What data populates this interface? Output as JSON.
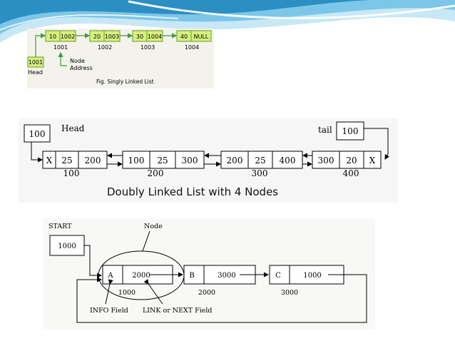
{
  "slide": {
    "colors": {
      "wave_dark": "#2b8fc4",
      "wave_mid": "#5db5de",
      "wave_light": "#b9e0f2",
      "green_fill": "#d6f07d",
      "green_stroke": "#6a9a2a",
      "green_arrow": "#3f9a3f"
    }
  },
  "singly": {
    "nodes": [
      {
        "data": "10",
        "next": "1002",
        "address": "1001"
      },
      {
        "data": "20",
        "next": "1003",
        "address": "1002"
      },
      {
        "data": "30",
        "next": "1004",
        "address": "1003"
      },
      {
        "data": "40",
        "next": "NULL",
        "address": "1004"
      }
    ],
    "head_value": "1001",
    "head_label": "Head",
    "node_address_label_1": "Node",
    "node_address_label_2": "Address",
    "caption": "Fig. Singly Linked List"
  },
  "doubly": {
    "head_value": "100",
    "head_label": "Head",
    "tail_label": "tail",
    "tail_value": "100",
    "nodes": [
      {
        "prev": "X",
        "data": "25",
        "next": "200",
        "address": "100"
      },
      {
        "prev": "100",
        "data": "25",
        "next": "300",
        "address": "200"
      },
      {
        "prev": "200",
        "data": "25",
        "next": "400",
        "address": "300"
      },
      {
        "prev": "300",
        "data": "20",
        "next": "X",
        "address": "400"
      }
    ],
    "caption": "Doubly Linked List with 4 Nodes"
  },
  "circular": {
    "start_label": "START",
    "start_value": "1000",
    "node_label": "Node",
    "nodes": [
      {
        "info": "A",
        "link": "2000",
        "address": "1000"
      },
      {
        "info": "B",
        "link": "3000",
        "address": "2000"
      },
      {
        "info": "C",
        "link": "1000",
        "address": "3000"
      }
    ],
    "info_field_label": "INFO Field",
    "link_field_label": "LINK or NEXT Field"
  }
}
